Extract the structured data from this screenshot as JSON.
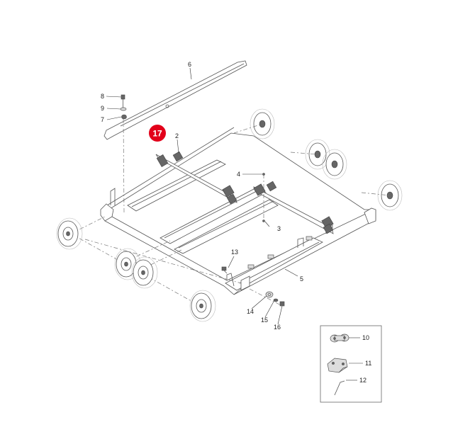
{
  "callout": {
    "label": "17",
    "color": "#e2001a"
  },
  "parts": {
    "p1": "2",
    "p2": "3",
    "p3": "4",
    "p4": "5",
    "p5": "6",
    "p6": "7",
    "p7": "8",
    "p8": "9",
    "p9": "10",
    "p10": "11",
    "p11": "12",
    "p12": "13",
    "p13": "14",
    "p14": "15",
    "p15": "16"
  }
}
